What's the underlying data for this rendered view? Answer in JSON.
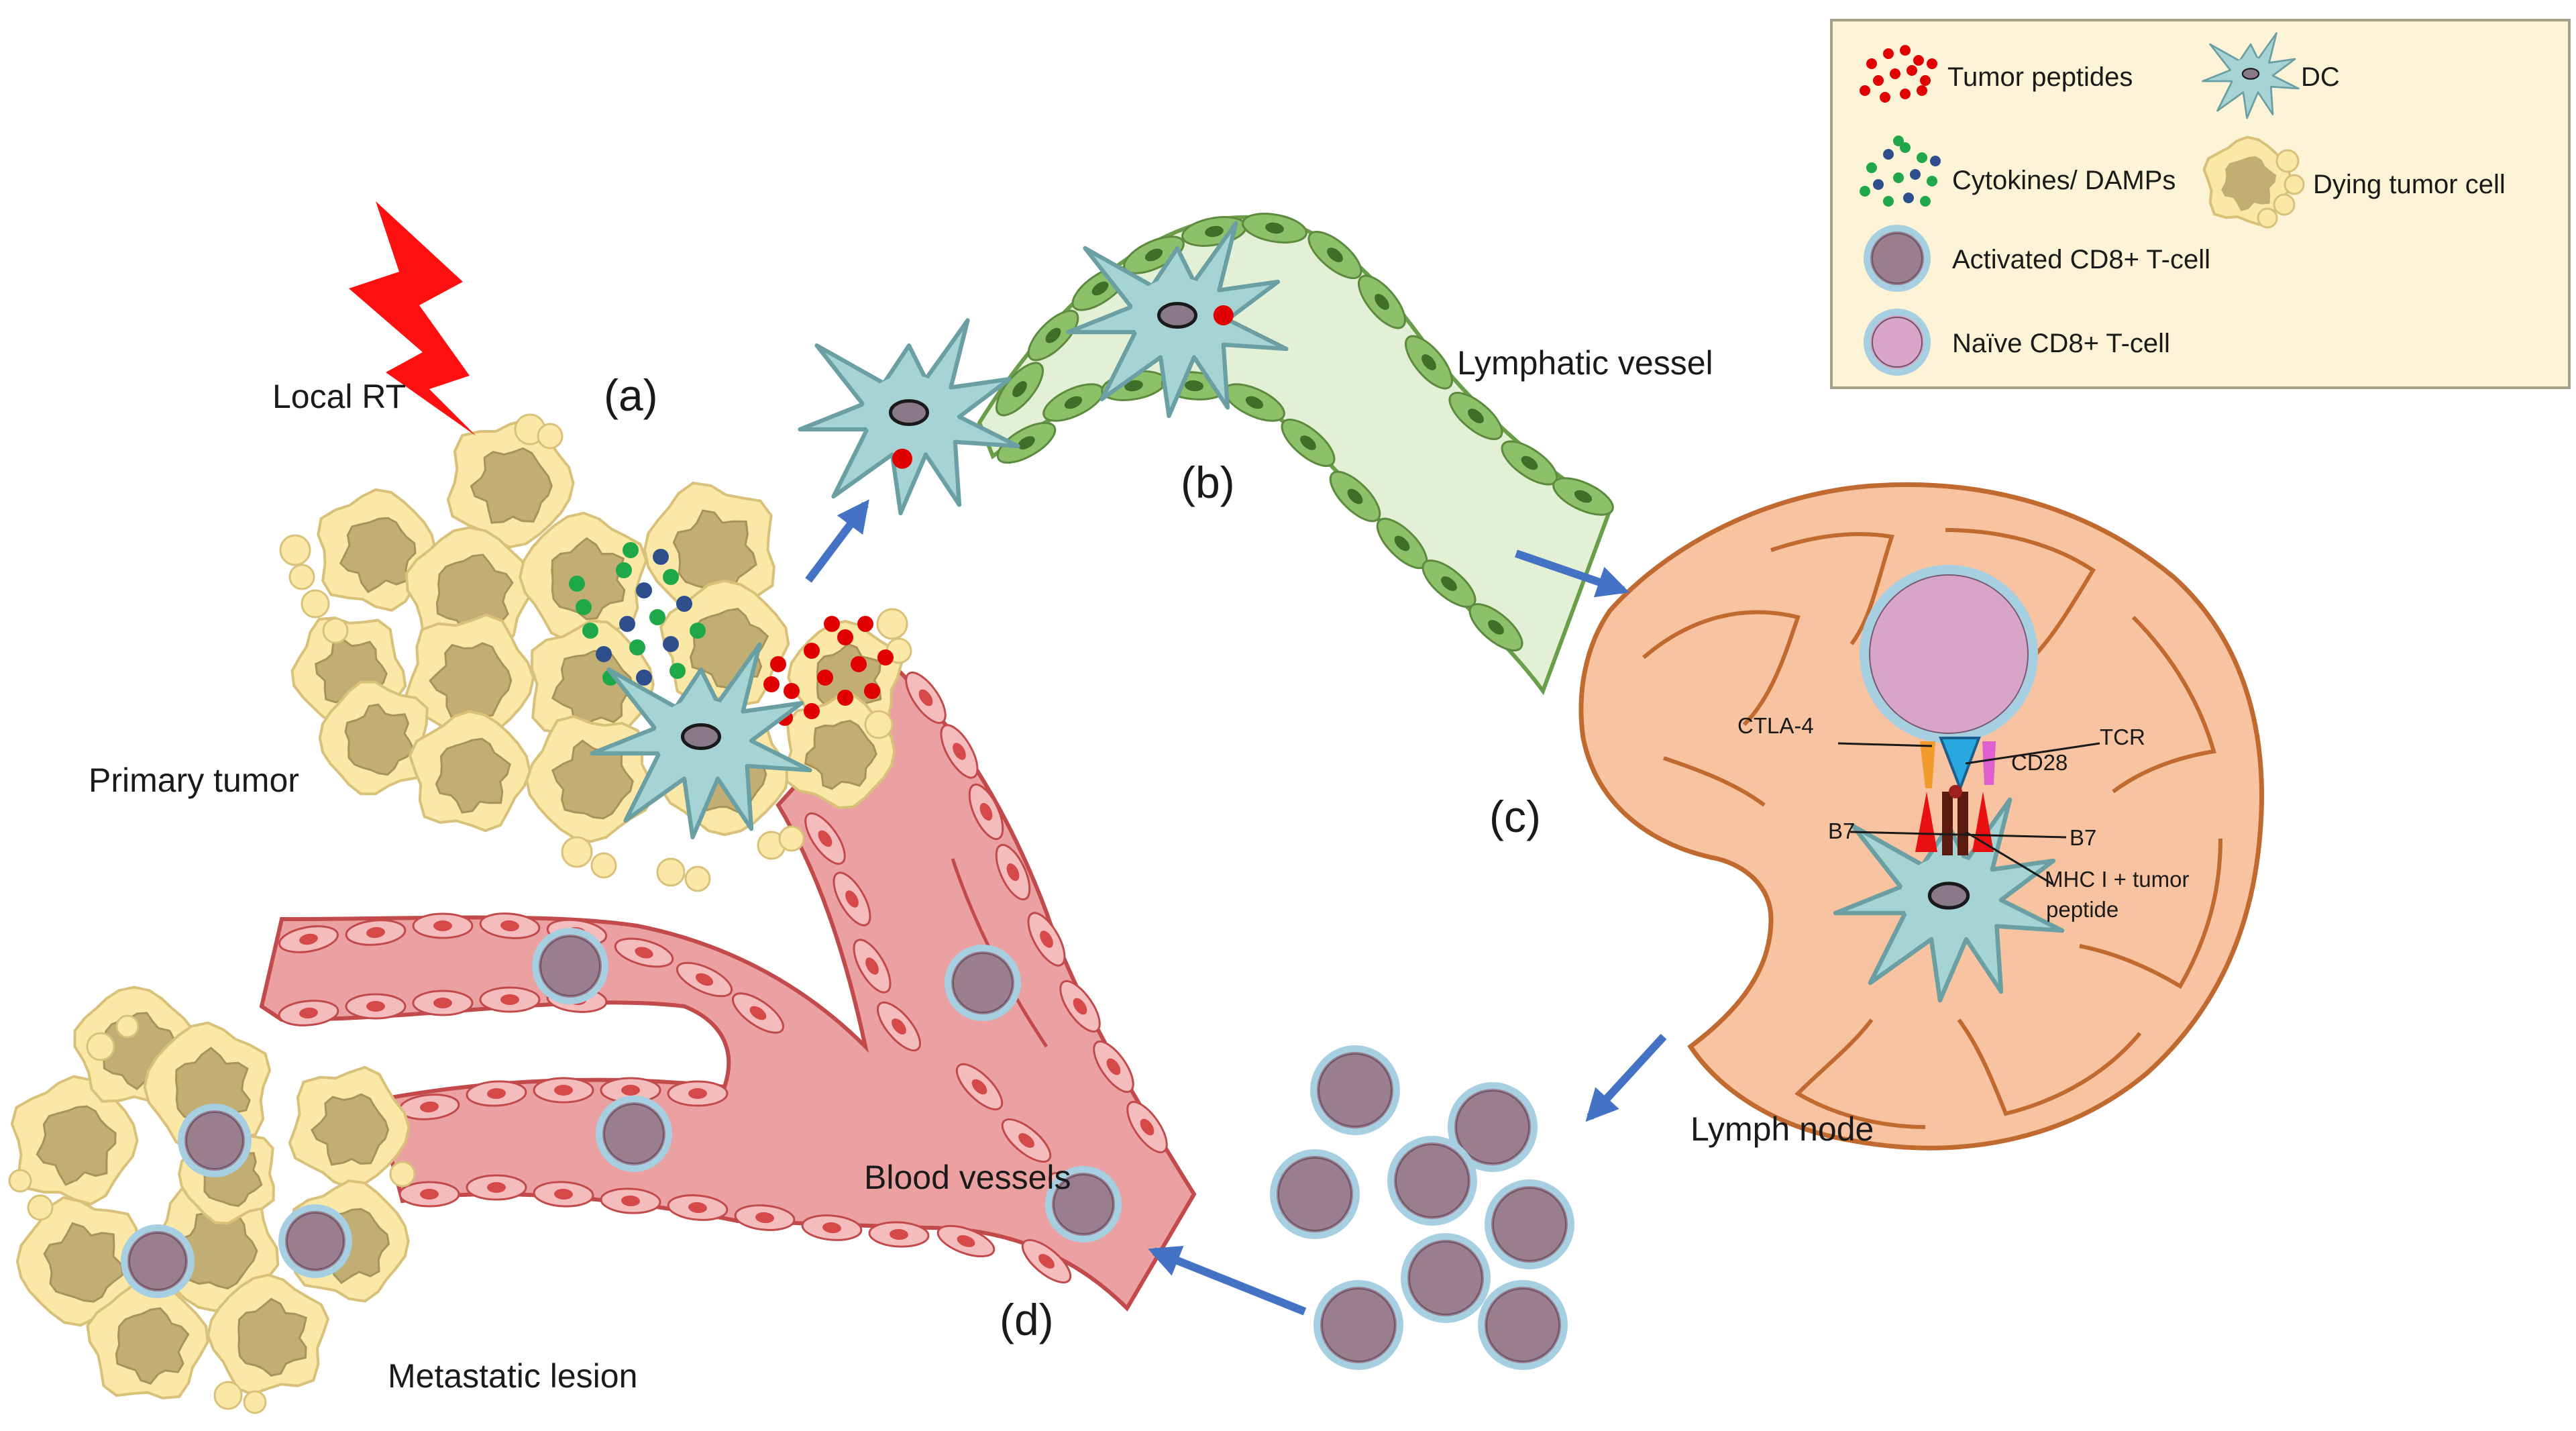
{
  "labels": {
    "local_rt": "Local RT",
    "panel_a": "(a)",
    "panel_b": "(b)",
    "panel_c": "(c)",
    "panel_d": "(d)",
    "primary_tumor": "Primary tumor",
    "lymphatic_vessel": "Lymphatic vessel",
    "lymph_node": "Lymph node",
    "blood_vessels": "Blood vessels",
    "metastatic_lesion": "Metastatic lesion",
    "ctla4": "CTLA-4",
    "tcr": "TCR",
    "cd28": "CD28",
    "b7_left": "B7",
    "b7_right": "B7",
    "mhc_line1": "MHC I + tumor",
    "mhc_line2": "peptide"
  },
  "legend": {
    "tumor_peptides": "Tumor  peptides",
    "dc": "DC",
    "cytokines": "Cytokines/ DAMPs",
    "dying_tumor_cell": "Dying tumor  cell",
    "activated_t": "Activated CD8+ T-cell",
    "naive_t": "Naïve CD8+ T-cell"
  },
  "colors": {
    "tumor_fill": "#fbe8a6",
    "tumor_nucleus": "#c2ad73",
    "dc_fill": "#a6d3d3",
    "lymph_fill": "#e4f0d6",
    "lymph_cell": "#8cc16a",
    "blood_fill": "#eba1a1",
    "blood_cell": "#d54949",
    "node_fill": "#f7c3a0",
    "node_stroke": "#c06a30",
    "t_active": "#9a7e8e",
    "t_naive": "#d8a5c8",
    "arrow": "#4472c4",
    "peptide": "#e00000",
    "cyto_green": "#1ea84a",
    "cyto_blue": "#2f4f8c",
    "legend_bg": "#fdf3d6"
  }
}
